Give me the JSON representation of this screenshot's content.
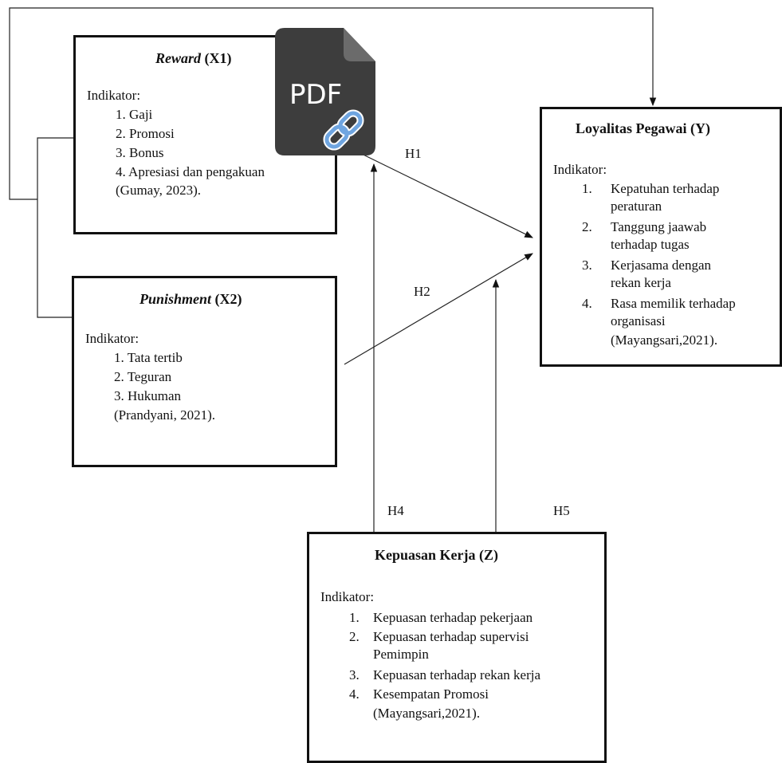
{
  "reward": {
    "title_italic": "Reward",
    "title_rest": " (X1)",
    "indicator_label": "Indikator:",
    "items": [
      "1.   Gaji",
      "2.   Promosi",
      "3.   Bonus",
      "4.   Apresiasi dan pengakuan"
    ],
    "citation": "(Gumay, 2023)."
  },
  "punishment": {
    "title_italic": "Punishment",
    "title_rest": " (X2)",
    "indicator_label": "Indikator:",
    "items": [
      "1.   Tata tertib",
      "2.   Teguran",
      "3.   Hukuman"
    ],
    "citation": "(Prandyani, 2021)."
  },
  "loyalitas": {
    "title": "Loyalitas Pegawai (Y)",
    "indicator_label": "Indikator:",
    "items": [
      {
        "num": "1.",
        "lines": [
          "Kepatuhan terhadap",
          "peraturan"
        ]
      },
      {
        "num": "2.",
        "lines": [
          "Tanggung jaawab",
          "terhadap tugas"
        ]
      },
      {
        "num": "3.",
        "lines": [
          "Kerjasama dengan",
          "rekan kerja"
        ]
      },
      {
        "num": "4.",
        "lines": [
          "Rasa memilik terhadap",
          "organisasi"
        ]
      }
    ],
    "citation": "(Mayangsari,2021)."
  },
  "kepuasan": {
    "title": "Kepuasan Kerja (Z)",
    "indicator_label": "Indikator:",
    "items": [
      {
        "num": "1.",
        "lines": [
          "Kepuasan terhadap pekerjaan"
        ]
      },
      {
        "num": "2.",
        "lines": [
          "Kepuasan terhadap supervisi",
          "Pemimpin"
        ]
      },
      {
        "num": "3.",
        "lines": [
          "Kepuasan terhadap rekan kerja"
        ]
      },
      {
        "num": "4.",
        "lines": [
          "Kesempatan Promosi"
        ]
      }
    ],
    "citation": "(Mayangsari,2021)."
  },
  "hypotheses": {
    "h1": "H1",
    "h2": "H2",
    "h4": "H4",
    "h5": "H5"
  },
  "pdf_badge": {
    "text": "PDF"
  }
}
